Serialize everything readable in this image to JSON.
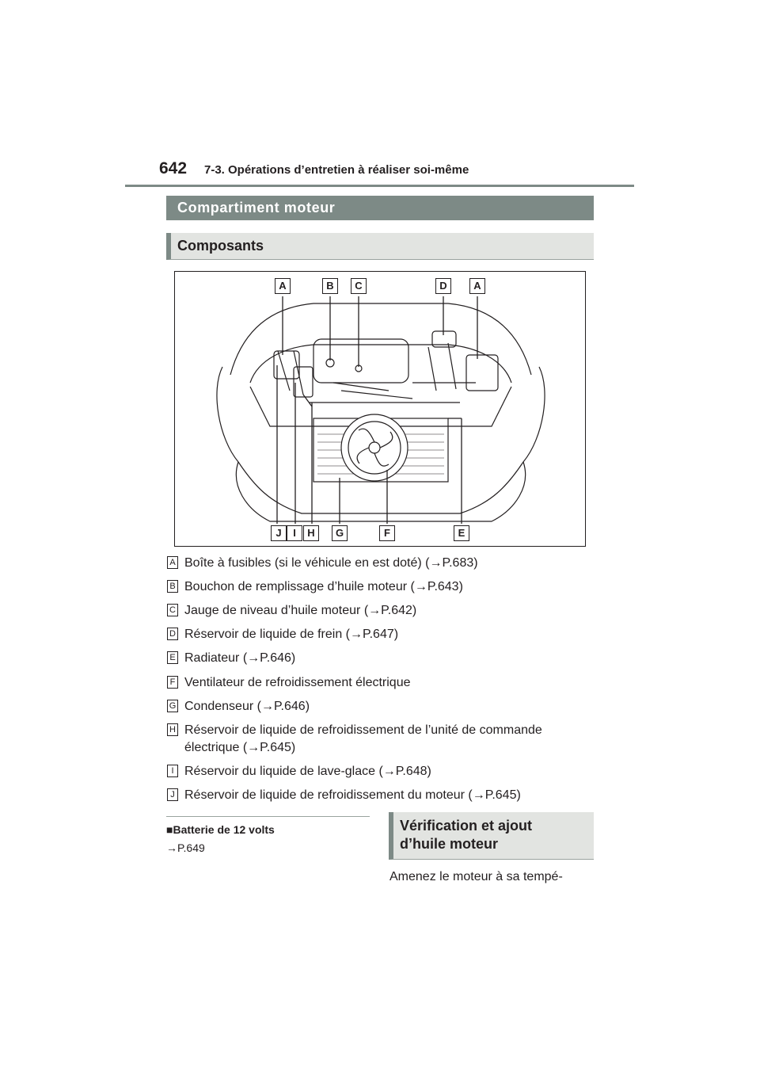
{
  "header": {
    "page_number": "642",
    "chapter": "7-3. Opérations d’entretien à réaliser soi-même"
  },
  "section": {
    "title": "Compartiment moteur"
  },
  "components": {
    "title": "Composants",
    "figure_callouts_top": [
      "A",
      "B",
      "C",
      "D",
      "A"
    ],
    "figure_callouts_bottom": [
      "J",
      "I",
      "H",
      "G",
      "F",
      "E"
    ],
    "items": [
      {
        "letter": "A",
        "text": "Boîte à fusibles (si le véhicule en est doté) (→P.683)"
      },
      {
        "letter": "B",
        "text": "Bouchon de remplissage d’huile moteur (→P.643)"
      },
      {
        "letter": "C",
        "text": "Jauge de niveau d’huile moteur (→P.642)"
      },
      {
        "letter": "D",
        "text": "Réservoir de liquide de frein (→P.647)"
      },
      {
        "letter": "E",
        "text": "Radiateur (→P.646)"
      },
      {
        "letter": "F",
        "text": "Ventilateur de refroidissement électrique"
      },
      {
        "letter": "G",
        "text": "Condenseur (→P.646)"
      },
      {
        "letter": "H",
        "text": "Réservoir de liquide de refroidissement de l’unité de commande électrique (→P.645)"
      },
      {
        "letter": "I",
        "text": "Réservoir du liquide de lave-glace (→P.648)"
      },
      {
        "letter": "J",
        "text": "Réservoir de liquide de refroidissement du moteur (→P.645)"
      }
    ]
  },
  "battery": {
    "heading": "■Batterie de 12 volts",
    "ref": "→P.649"
  },
  "oil": {
    "title": "Vérification et ajout d’huile moteur",
    "text": "Amenez le moteur à sa tempé-"
  }
}
